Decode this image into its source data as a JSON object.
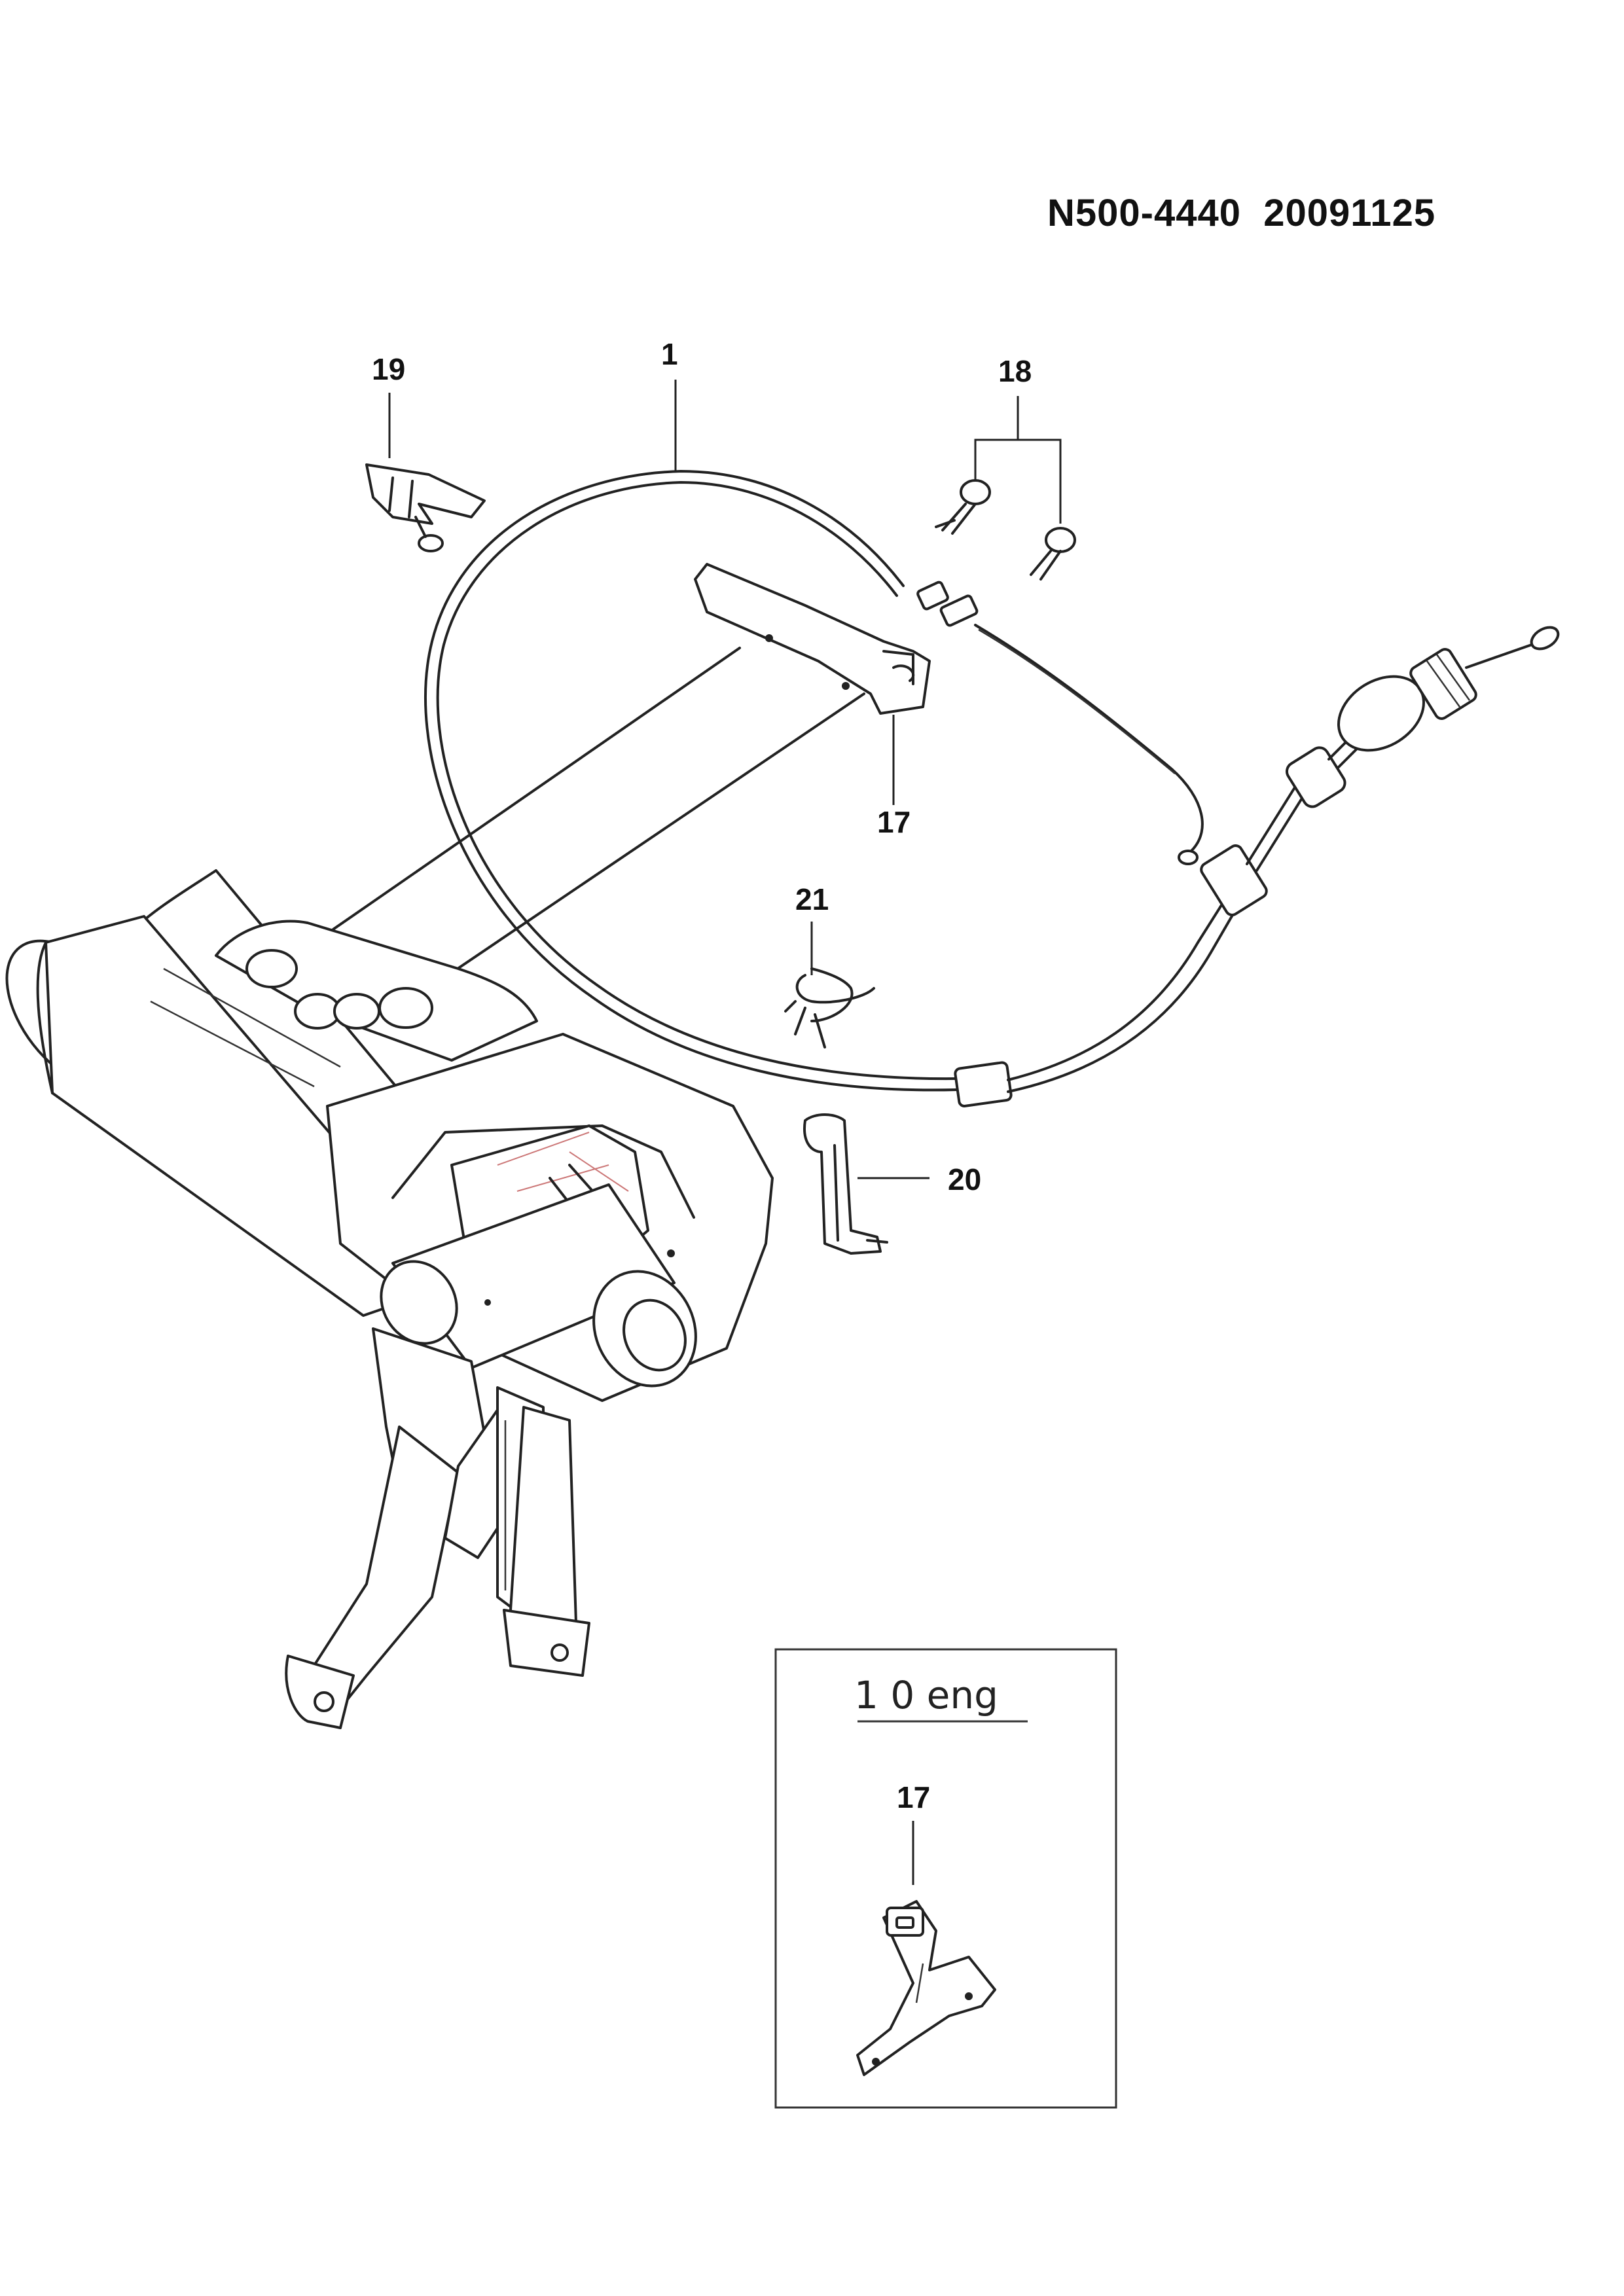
{
  "document": {
    "code": "N500-4440  20091125"
  },
  "callouts": {
    "c1": "1",
    "c17": "17",
    "c18": "18",
    "c19": "19",
    "c20": "20",
    "c21": "21",
    "c17_inset": "17"
  },
  "inset": {
    "title": "1 0 eng"
  }
}
